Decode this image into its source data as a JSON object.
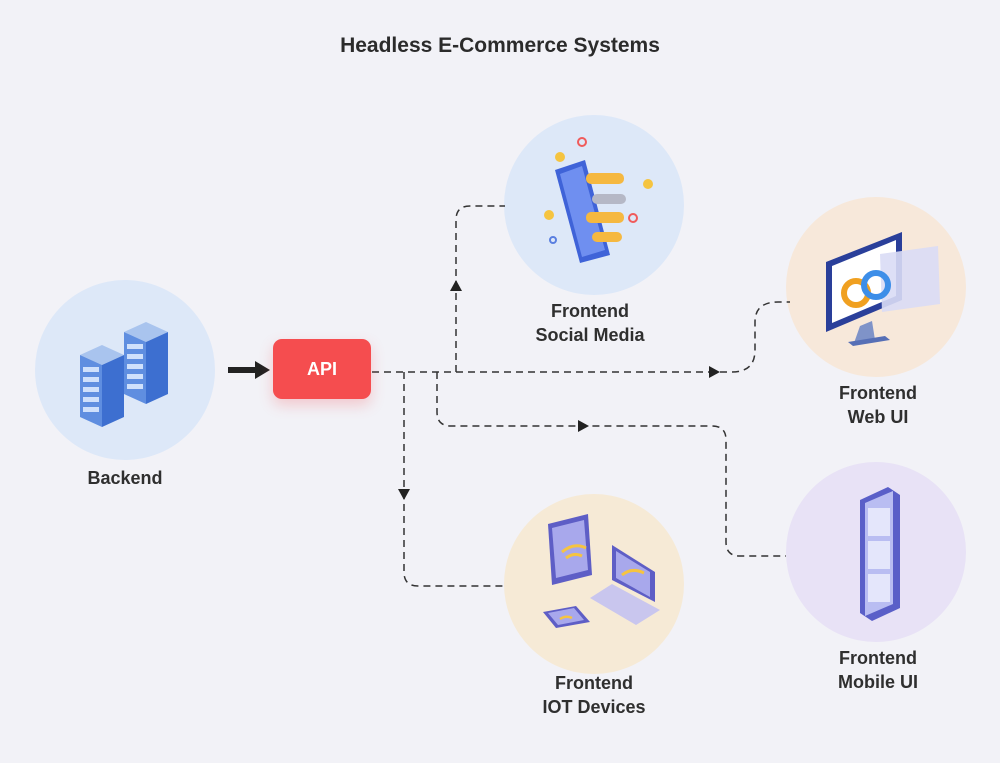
{
  "title": "Headless E-Commerce Systems",
  "api_label": "API",
  "nodes": {
    "backend": {
      "label": "Backend"
    },
    "social": {
      "line1": "Frontend",
      "line2": "Social Media"
    },
    "web": {
      "line1": "Frontend",
      "line2": "Web UI"
    },
    "mobile": {
      "line1": "Frontend",
      "line2": "Mobile UI"
    },
    "iot": {
      "line1": "Frontend",
      "line2": "IOT Devices"
    }
  },
  "colors": {
    "backend_circle": "#dde8f8",
    "social_circle": "#dde8f8",
    "web_circle": "#f7e8da",
    "mobile_circle": "#e8e2f6",
    "iot_circle": "#f6ead6",
    "api": "#f54d4f",
    "connector": "#333333"
  },
  "icons": {
    "backend": "server-rack-icon",
    "social": "smartphone-chat-icon",
    "web": "monitor-browser-icon",
    "mobile": "mobile-phone-icon",
    "iot": "wifi-devices-icon"
  }
}
